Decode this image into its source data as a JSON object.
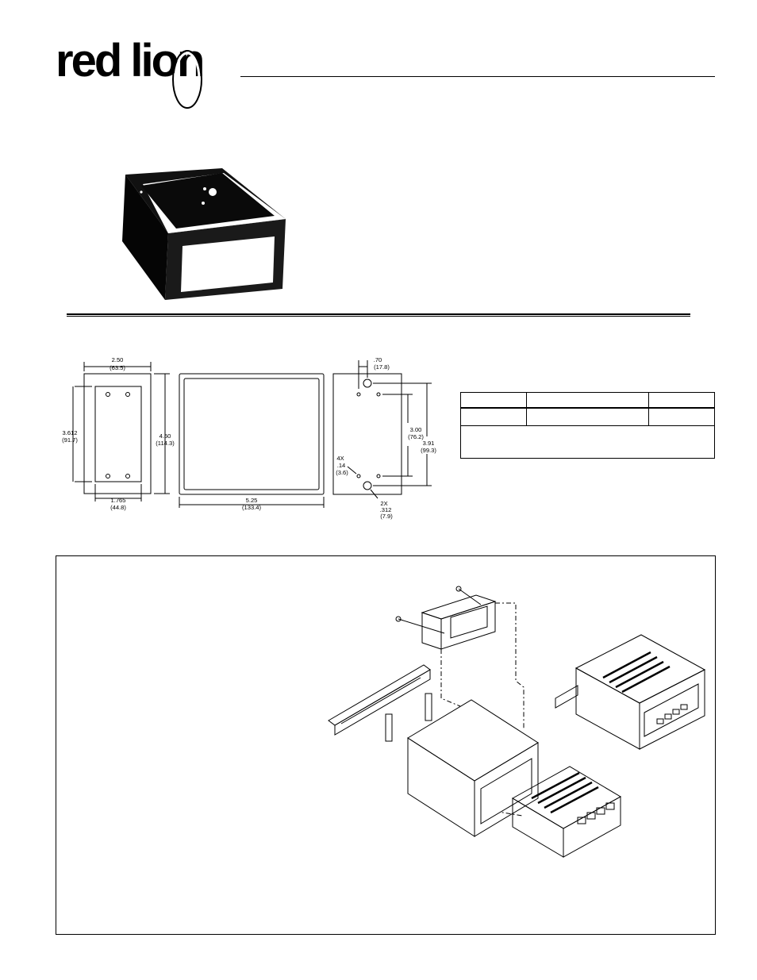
{
  "brand": {
    "logo_text": "red lion",
    "color": "#000000"
  },
  "drawing": {
    "side_view": {
      "width_in": "2.50",
      "width_mm": "(63.5)",
      "height_in": "4.50",
      "height_mm": "(114.3)",
      "inner_height_in": "3.612",
      "inner_height_mm": "(91.7)",
      "inner_width_in": "1.765",
      "inner_width_mm": "(44.8)"
    },
    "front_view": {
      "width_in": "5.25",
      "width_mm": "(133.4)"
    },
    "back_view": {
      "offset_in": ".70",
      "offset_mm": "(17.8)",
      "hole_spacing_in": "3.00",
      "hole_spacing_mm": "(76.2)",
      "big_hole_spacing_in": "3.91",
      "big_hole_spacing_mm": "(99.3)",
      "small_holes_qty": "4X",
      "small_holes_in": ".14",
      "small_holes_mm": "(3.6)",
      "large_holes_qty": "2X",
      "large_holes_in": ".312",
      "large_holes_mm": "(7.9)"
    }
  }
}
